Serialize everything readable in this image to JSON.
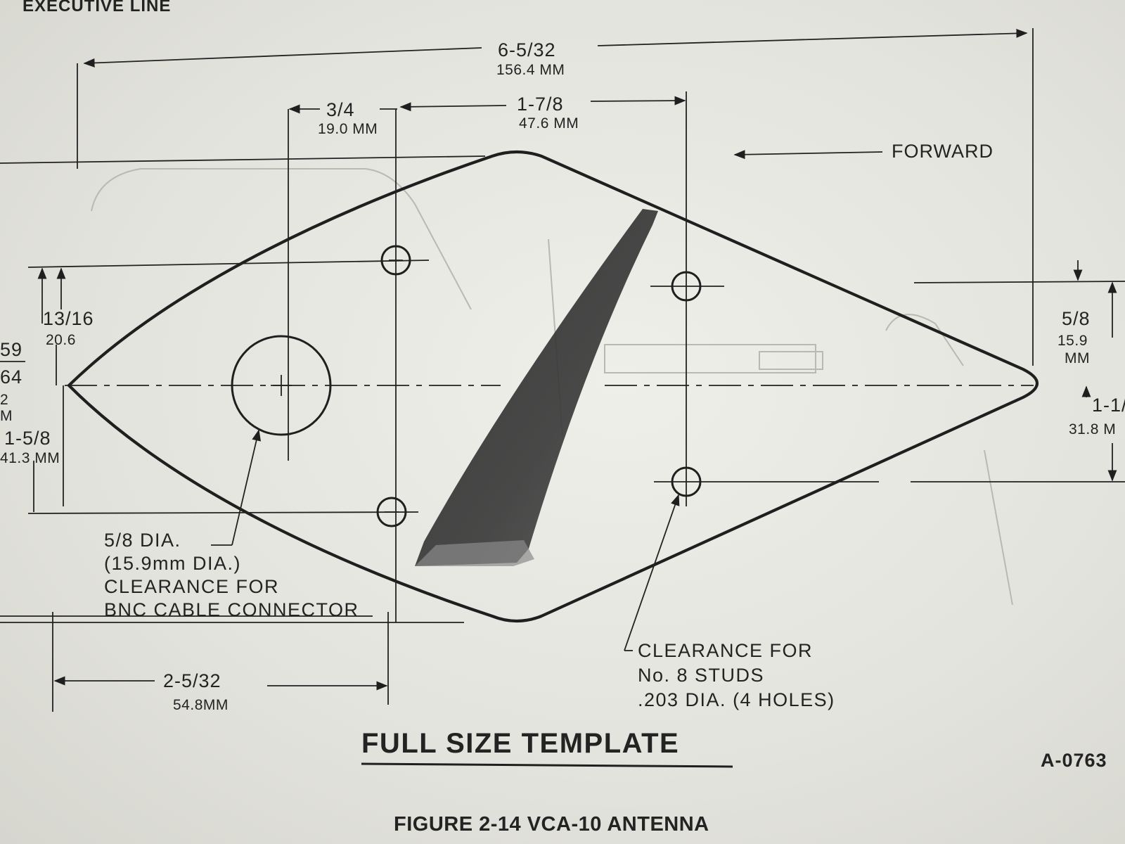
{
  "header": {
    "text": "EXECUTIVE LINE"
  },
  "dimensions": {
    "overall": {
      "frac": "6-5/32",
      "mm": "156.4 MM"
    },
    "left_offset": {
      "frac": "3/4",
      "mm": "19.0 MM"
    },
    "stud_spacing": {
      "frac": "1-7/8",
      "mm": "47.6 MM"
    },
    "left_upper": {
      "frac": "13/16",
      "mm": "20.6"
    },
    "left_partial": {
      "num": "59",
      "den": "64",
      "a": "2",
      "b": "M"
    },
    "left_lower": {
      "frac": "1-5/8",
      "mm": "41.3 MM"
    },
    "right_upper": {
      "frac": "5/8",
      "mm1": "15.9",
      "mm2": "MM"
    },
    "right_lower": {
      "frac": "1-1/",
      "mm": "31.8 M"
    },
    "bottom": {
      "frac": "2-5/32",
      "mm": "54.8MM"
    }
  },
  "forward_label": "FORWARD",
  "notes": {
    "bnc": [
      "5/8 DIA.",
      "(15.9mm DIA.)",
      "CLEARANCE FOR",
      "BNC CABLE CONNECTOR"
    ],
    "studs": [
      "CLEARANCE FOR",
      "No. 8 STUDS",
      ".203 DIA. (4 HOLES)"
    ]
  },
  "title": "FULL SIZE TEMPLATE",
  "drawing_number": "A-0763",
  "caption": "FIGURE 2-14 VCA-10 ANTENNA"
}
